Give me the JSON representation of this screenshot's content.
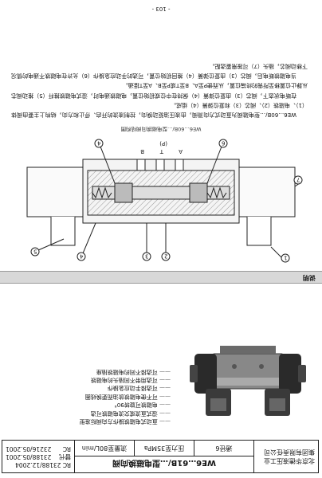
{
  "header": {
    "company_line1": "北京华德液压工业",
    "company_line2": "集团有限责任公司",
    "title": "WE6…61B/…型电磁换向阀",
    "size": "通径6",
    "pressure": "压力至35MPa",
    "flow": "流量至80L/min",
    "code_top": "RC 23188/12.2004",
    "replace_label": "替代RC",
    "replace_1": "23188/05.2001",
    "replace_2": "23216/05.2001"
  },
  "features": [
    "直动式电磁铁操作方向阀标准型",
    "湿式直流或交流电磁铁可选",
    "电磁铁可旋转90°",
    "可不使电磁铁放油而更换线圈",
    "可选择手动应急操作",
    "可选用带不同插头的电磁铁",
    "可选择不同的电磁铁插座"
  ],
  "section_label": "说明",
  "diagram": {
    "labels": [
      "1",
      "2",
      "3",
      "4",
      "5",
      "6",
      "4",
      "7"
    ],
    "ports": [
      "A",
      "T",
      "B",
      "(P)"
    ]
  },
  "caption": "WE6…60B/…型电磁换向阀结构图",
  "description": [
    "WE6…60B/…型电磁阀为直动式方向滑阀，由液压油驱动换向，控制液流的开启、停止和方向，结构上主要由阀体（1）、电磁铁（2）、阀芯（3）和复位弹簧（4）组成。",
    "在断电状态下，阀芯（3）由复位弹簧（4）保持在中位或初始位置。电磁铁通电时，湿式电磁铁推杆（5）推动阀芯从静止位置移至所需的终端位置，从而使P至A、B至T或P至B、A至T接通。",
    "当电磁铁断电后，阀芯（3）由复位弹簧（4）推回初始位置，可选的手动应急操作（6）允许在电磁铁不通电的情况下移动阀芯，插头（7）可按需要选配。"
  ],
  "page_number": "- 103 -"
}
